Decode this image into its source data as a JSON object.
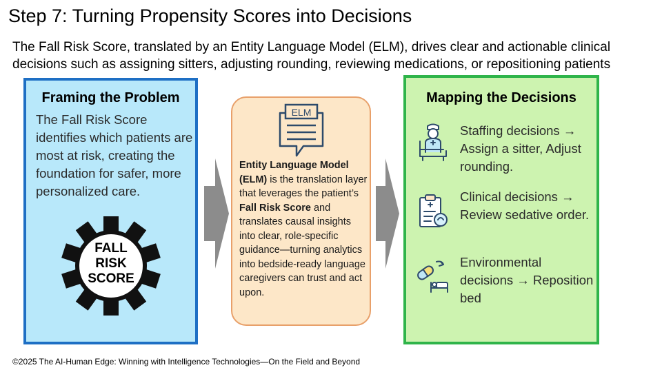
{
  "header": {
    "title": "Step 7: Turning Propensity Scores into Decisions",
    "subtitle": "The Fall Risk Score, translated by an Entity Language Model (ELM), drives clear and actionable clinical decisions such as assigning sitters, adjusting rounding, reviewing medications, or repositioning patients"
  },
  "framing": {
    "heading": "Framing the Problem",
    "body": "The Fall Risk Score identifies which patients are most at risk, creating the foundation for safer, more personalized care.",
    "gear_lines": [
      "FALL",
      "RISK",
      "SCORE"
    ]
  },
  "elm": {
    "icon_label": "ELM",
    "body": {
      "part1": "Entity Language Model (ELM)",
      "part2": " is the translation layer that leverages the patient’s ",
      "part3": "Fall Risk Score",
      "part4": " and translates causal insights into clear, role-specific guidance—turning analytics into bedside-ready language caregivers can trust and act upon."
    }
  },
  "mapping": {
    "heading": "Mapping the Decisions",
    "decisions": [
      {
        "icon": "nurse-sitter-icon",
        "text": "Staffing decisions → Assign a sitter, Adjust rounding."
      },
      {
        "icon": "medication-clipboard-icon",
        "text": "Clinical decisions → Review sedative order."
      },
      {
        "icon": "pill-bed-reposition-icon",
        "text": "Environmental decisions → Reposition bed"
      }
    ]
  },
  "footer": "©2025 The AI-Human Edge: Winning with Intelligence Technologies—On the Field and Beyond",
  "colors": {
    "left_fill": "#b8e8fa",
    "left_border": "#1e6fc4",
    "mid_fill": "#fde7c8",
    "mid_border": "#e8a06a",
    "right_fill": "#cdf3b0",
    "right_border": "#2fb44a",
    "arrow": "#8c8c8c",
    "icon_stroke": "#2d4a6b"
  }
}
